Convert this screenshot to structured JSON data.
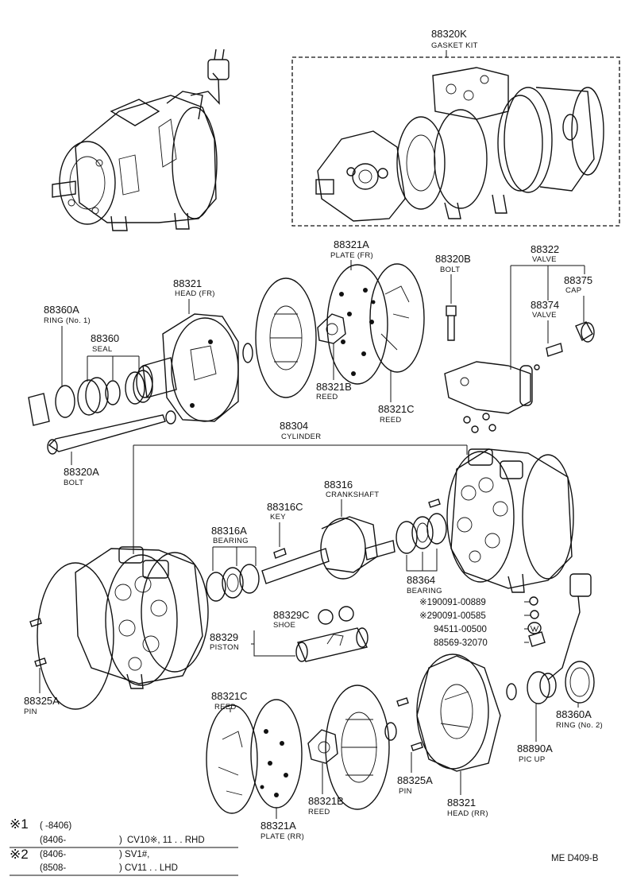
{
  "gasket_kit": {
    "number": "88320K",
    "name": "GASKET KIT"
  },
  "parts": {
    "p88321A_fr": {
      "number": "88321A",
      "name": "PLATE (FR)"
    },
    "p88320B": {
      "number": "88320B",
      "name": "BOLT"
    },
    "p88322": {
      "number": "88322",
      "name": "VALVE"
    },
    "p88375": {
      "number": "88375",
      "name": "CAP"
    },
    "p88374": {
      "number": "88374",
      "name": "VALVE"
    },
    "p88321_fr": {
      "number": "88321",
      "name": "HEAD (FR)"
    },
    "p88360A_1": {
      "number": "88360A",
      "name": "RING (No. 1)"
    },
    "p88360": {
      "number": "88360",
      "name": "SEAL"
    },
    "p88321B_1": {
      "number": "88321B",
      "name": "REED"
    },
    "p88321C_1": {
      "number": "88321C",
      "name": "REED"
    },
    "p88304": {
      "number": "88304",
      "name": "CYLINDER"
    },
    "p88320A": {
      "number": "88320A",
      "name": "BOLT"
    },
    "p88316": {
      "number": "88316",
      "name": "CRANKSHAFT"
    },
    "p88316C": {
      "number": "88316C",
      "name": "KEY"
    },
    "p88316A": {
      "number": "88316A",
      "name": "BEARING"
    },
    "p88364": {
      "number": "88364",
      "name": "BEARING"
    },
    "p88329C": {
      "number": "88329C",
      "name": "SHOE"
    },
    "p88329": {
      "number": "88329",
      "name": "PISTON"
    },
    "p88325A_1": {
      "number": "88325A",
      "name": "PIN"
    },
    "p88321C_2": {
      "number": "88321C",
      "name": "REED"
    },
    "p88360A_2": {
      "number": "88360A",
      "name": "RING (No. 2)"
    },
    "p88890A": {
      "number": "88890A",
      "name": "PIC UP"
    },
    "p88325A_2": {
      "number": "88325A",
      "name": "PIN"
    },
    "p88321B_2": {
      "number": "88321B",
      "name": "REED"
    },
    "p88321_rr": {
      "number": "88321",
      "name": "HEAD (RR)"
    },
    "p88321A_rr": {
      "number": "88321A",
      "name": "PLATE (RR)"
    }
  },
  "hardware": [
    {
      "text": "※190091-00889"
    },
    {
      "text": "※290091-00585"
    },
    {
      "text": "94511-00500"
    },
    {
      "text": "88569-32070"
    }
  ],
  "footnotes": {
    "mark1": "※1",
    "mark2": "※2",
    "l1a": "(      -8406)",
    "l1b": "CV10※, 11 . . RHD",
    "l1c": "(8406-",
    "l1d": ")",
    "l2a": "(8406-",
    "l2b": ") SV1#,",
    "l2c": "(8508-",
    "l2d": ") CV11 . . LHD"
  },
  "diagram_code": "ME D409-B"
}
